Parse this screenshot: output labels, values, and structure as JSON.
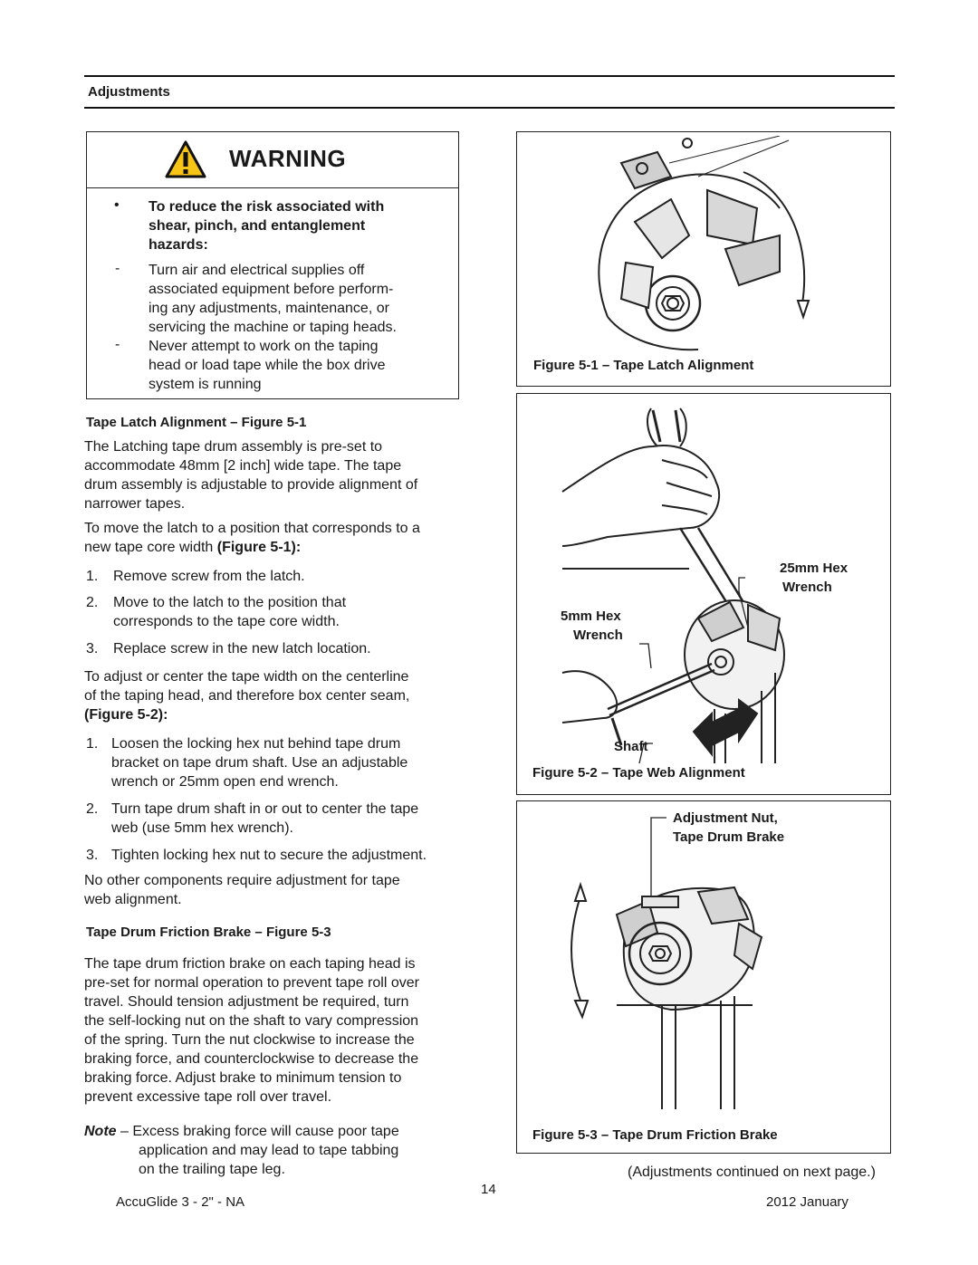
{
  "header": {
    "section": "Adjustments"
  },
  "warning": {
    "title": "WARNING",
    "bullet": "To reduce the risk associated with shear, pinch, and entanglement hazards:",
    "bullet_lines": [
      "To reduce the risk associated with",
      "shear, pinch, and entanglement",
      "hazards:"
    ],
    "items": [
      {
        "lines": [
          "Turn air and electrical supplies off",
          "associated equipment before perform-",
          "ing any adjustments, maintenance, or",
          "servicing the machine or taping heads."
        ]
      },
      {
        "lines": [
          "Never attempt to work on the taping",
          "head or load tape while the box drive",
          "system is running"
        ]
      }
    ]
  },
  "tape_latch": {
    "heading": "Tape Latch Alignment – Figure 5-1",
    "para1_lines": [
      "The Latching tape drum assembly is pre-set to",
      "accommodate 48mm [2 inch] wide tape. The tape",
      "drum assembly is adjustable to provide alignment of",
      "narrower tapes."
    ],
    "para2_line1": "To move the latch to a position that corresponds to a",
    "para2_line2_prefix": "new tape core width ",
    "para2_line2_bold": "(Figure 5-1):",
    "steps": [
      {
        "num": "1.",
        "lines": [
          "Remove screw from the latch."
        ]
      },
      {
        "num": "2.",
        "lines": [
          "Move to the latch to the position that",
          "corresponds to the tape core width."
        ]
      },
      {
        "num": "3.",
        "lines": [
          "Replace screw in the new latch location."
        ]
      }
    ],
    "para3_lines": [
      "To adjust or center the tape width on the centerline",
      "of the taping head, and therefore box center seam,"
    ],
    "para3_bold": "(Figure 5-2):",
    "steps2": [
      {
        "num": "1.",
        "lines": [
          "Loosen the locking hex nut behind tape drum",
          "bracket on tape drum shaft. Use an adjustable",
          "wrench or 25mm open end wrench."
        ]
      },
      {
        "num": "2.",
        "lines": [
          "Turn tape drum shaft in or out to center the tape",
          "web (use 5mm hex wrench)."
        ]
      },
      {
        "num": "3.",
        "lines": [
          "Tighten locking hex nut to secure the adjustment."
        ]
      }
    ],
    "para4_lines": [
      "No other components require adjustment for tape",
      "web alignment."
    ]
  },
  "friction": {
    "heading": "Tape Drum Friction Brake – Figure 5-3",
    "para_lines": [
      "The tape drum friction brake on each taping head is",
      "pre-set for normal operation to prevent tape roll over",
      "travel. Should tension adjustment be required, turn",
      "the self-locking nut on the shaft to vary compression",
      "of the spring. Turn the nut clockwise to increase the",
      "braking force, and counterclockwise to decrease the",
      "braking force.  Adjust brake to minimum tension to",
      "prevent excessive tape roll over travel."
    ],
    "note_label": "Note",
    "note_first": " – Excess braking force will cause poor tape",
    "note_lines": [
      "application and may lead to tape tabbing",
      "on the trailing tape leg."
    ]
  },
  "figures": {
    "fig1": {
      "caption": "Figure 5-1 – Tape Latch Alignment"
    },
    "fig2": {
      "caption": "Figure 5-2 – Tape Web Alignment",
      "callout_25mm_1": "25mm Hex",
      "callout_25mm_2": "Wrench",
      "callout_5mm_1": "5mm Hex",
      "callout_5mm_2": "Wrench",
      "callout_shaft": "Shaft"
    },
    "fig3": {
      "caption": "Figure 5-3 – Tape Drum Friction Brake",
      "callout_1": "Adjustment Nut,",
      "callout_2": "Tape Drum Brake"
    }
  },
  "continued": "(Adjustments continued on next page.)",
  "footer": {
    "left": "AccuGlide 3 - 2\" - NA",
    "page": "14",
    "right": "2012 January"
  }
}
